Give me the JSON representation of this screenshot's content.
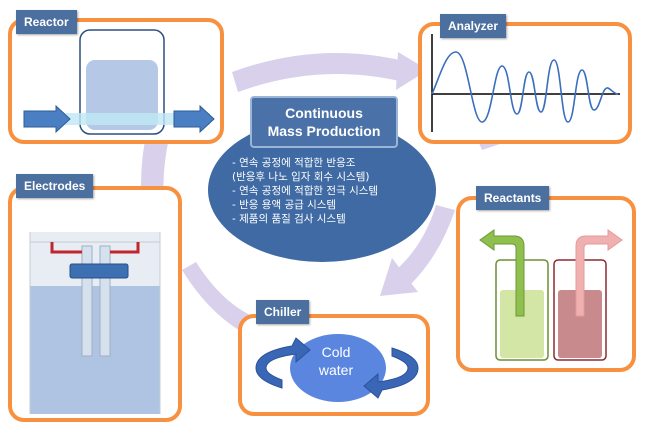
{
  "center": {
    "title_line1": "Continuous",
    "title_line2": "Mass Production",
    "bullets": [
      "- 연속 공정에 적합한 반응조",
      "(반응후 나노 입자 회수 시스템)",
      "- 연속 공정에 적합한 전극 시스템",
      "- 반응 용액 공급 시스템",
      "- 제품의 품질 검사 시스템"
    ]
  },
  "panels": {
    "reactor": {
      "label": "Reactor"
    },
    "analyzer": {
      "label": "Analyzer"
    },
    "electrodes": {
      "label": "Electrodes"
    },
    "reactants": {
      "label": "Reactants"
    },
    "chiller": {
      "label": "Chiller",
      "center_line1": "Cold",
      "center_line2": "water"
    }
  },
  "colors": {
    "panel_border": "#f7913f",
    "label_bg": "#4b6f9e",
    "center_ellipse": "#3f6aa3",
    "cycle_arrows": "#d6cdea",
    "reactant_green": "#8fbf4f",
    "reactant_red": "#c0626a"
  }
}
